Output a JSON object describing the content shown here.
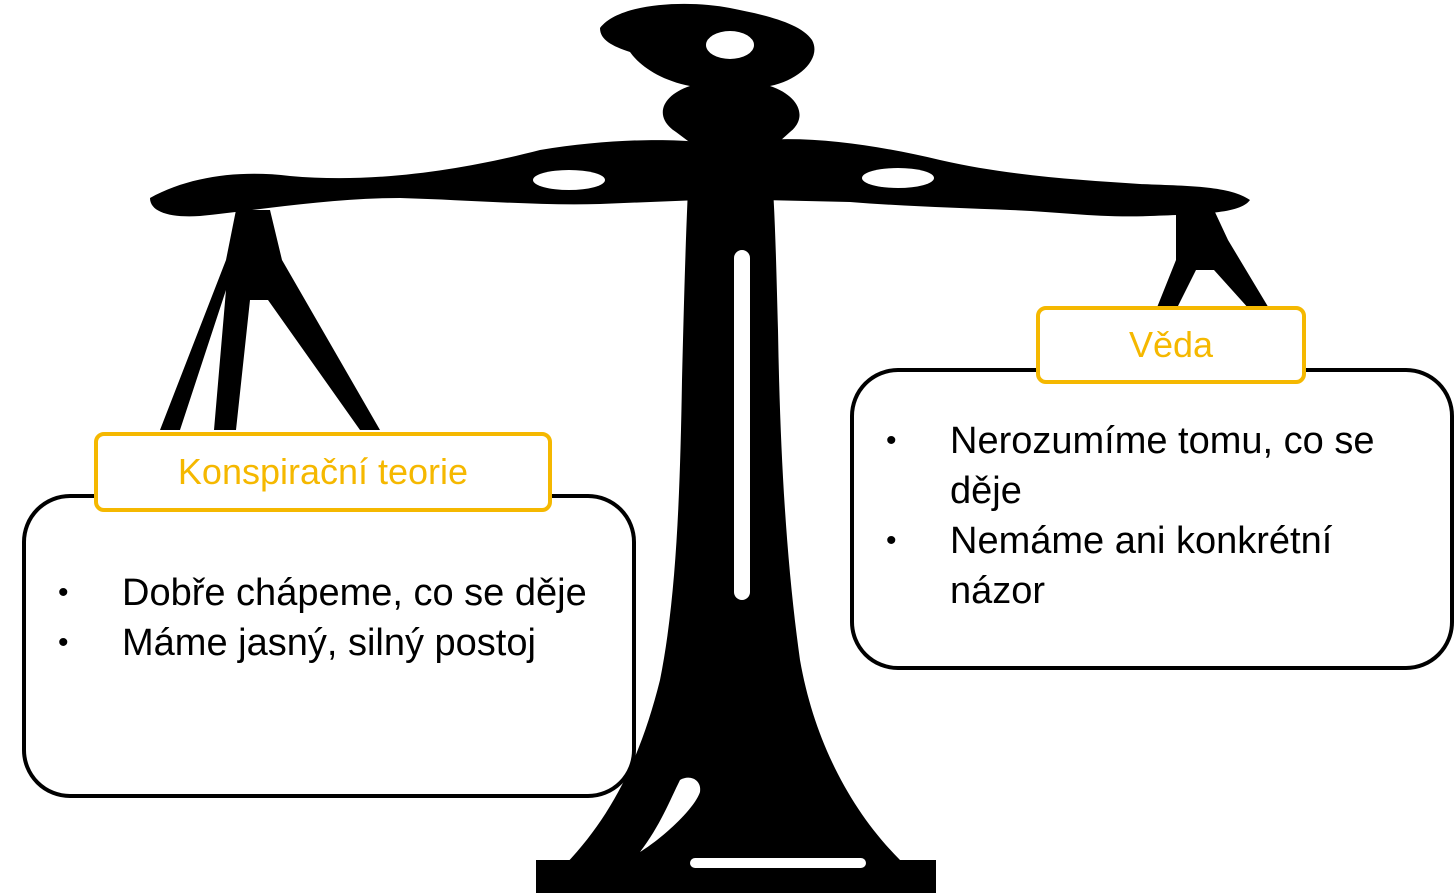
{
  "left": {
    "label": "Konspirační teorie",
    "bullets": [
      "Dobře chápeme, co se děje",
      "Máme jasný, silný postoj"
    ]
  },
  "right": {
    "label": "Věda",
    "bullets": [
      "Nerozumíme tomu, co se děje",
      "Nemáme ani konkrétní názor"
    ]
  },
  "colors": {
    "label_accent": "#f5b800",
    "scale": "#000000",
    "panel_border": "#000000"
  }
}
